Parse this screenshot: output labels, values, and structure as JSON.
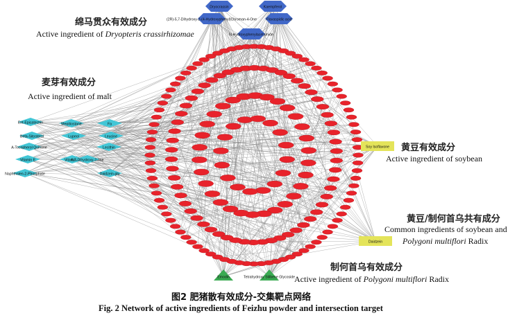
{
  "labels": {
    "dryo_cn": "绵马贯众有效成分",
    "dryo_en_prefix": "Active ingredient of ",
    "dryo_en_italic": "Dryopteris crassirhizomae",
    "malt_cn": "麦芽有效成分",
    "malt_en": "Active ingredient of malt",
    "soy_cn": "黄豆有效成分",
    "soy_en": "Active ingredient of soybean",
    "common_cn": "黄豆/制何首乌共有成分",
    "common_en_1": "Common ingredients of soybean and",
    "common_en_2_italic": "Polygoni multiflori",
    "common_en_2_rest": " Radix",
    "poly_cn": "制何首乌有效成分",
    "poly_en_prefix": "Active ingredient of ",
    "poly_en_italic": "Polygoni multiflori",
    "poly_en_rest": " Radix"
  },
  "caption": {
    "cn": "图2   肥猪散有效成分-交集靶点网络",
    "en": "Fig. 2    Network of active ingredients of Feizhu powder and intersection target"
  },
  "nodes": {
    "dryo": [
      "Dryocrassin",
      "Kaempferol",
      "(2R)-5,7-Dihydroxy-2-(4-Hydroxyphenyl)Chroman-4-One",
      "Flavaspidic acid",
      "N-Hydroxyphenylacetamide"
    ],
    "malt": [
      "Ent-Epicatechin",
      "Beta-Sitosterol",
      "A-Tocopherol Quinone",
      "Vitamin E",
      "Naphthalen-2-Phosphate",
      "Mepitiostane",
      "Lupeol",
      "Vitamin B",
      "Fa",
      "Leucine",
      "Lecithin",
      "6,7-Dihydroxy-2-one",
      "Daidzein-glu"
    ],
    "soy": [
      "Soy Isoflavone"
    ],
    "common": [
      "Daidzein"
    ],
    "poly": [
      "Emodin",
      "Tetrahydroxy Stilbene Glycoside"
    ]
  },
  "colors": {
    "target": "#e8232b",
    "dryo": "#4168c8",
    "malt": "#42c6d6",
    "soy": "#e4e45a",
    "poly": "#3aaa52",
    "edge": "#8a8a8a"
  }
}
